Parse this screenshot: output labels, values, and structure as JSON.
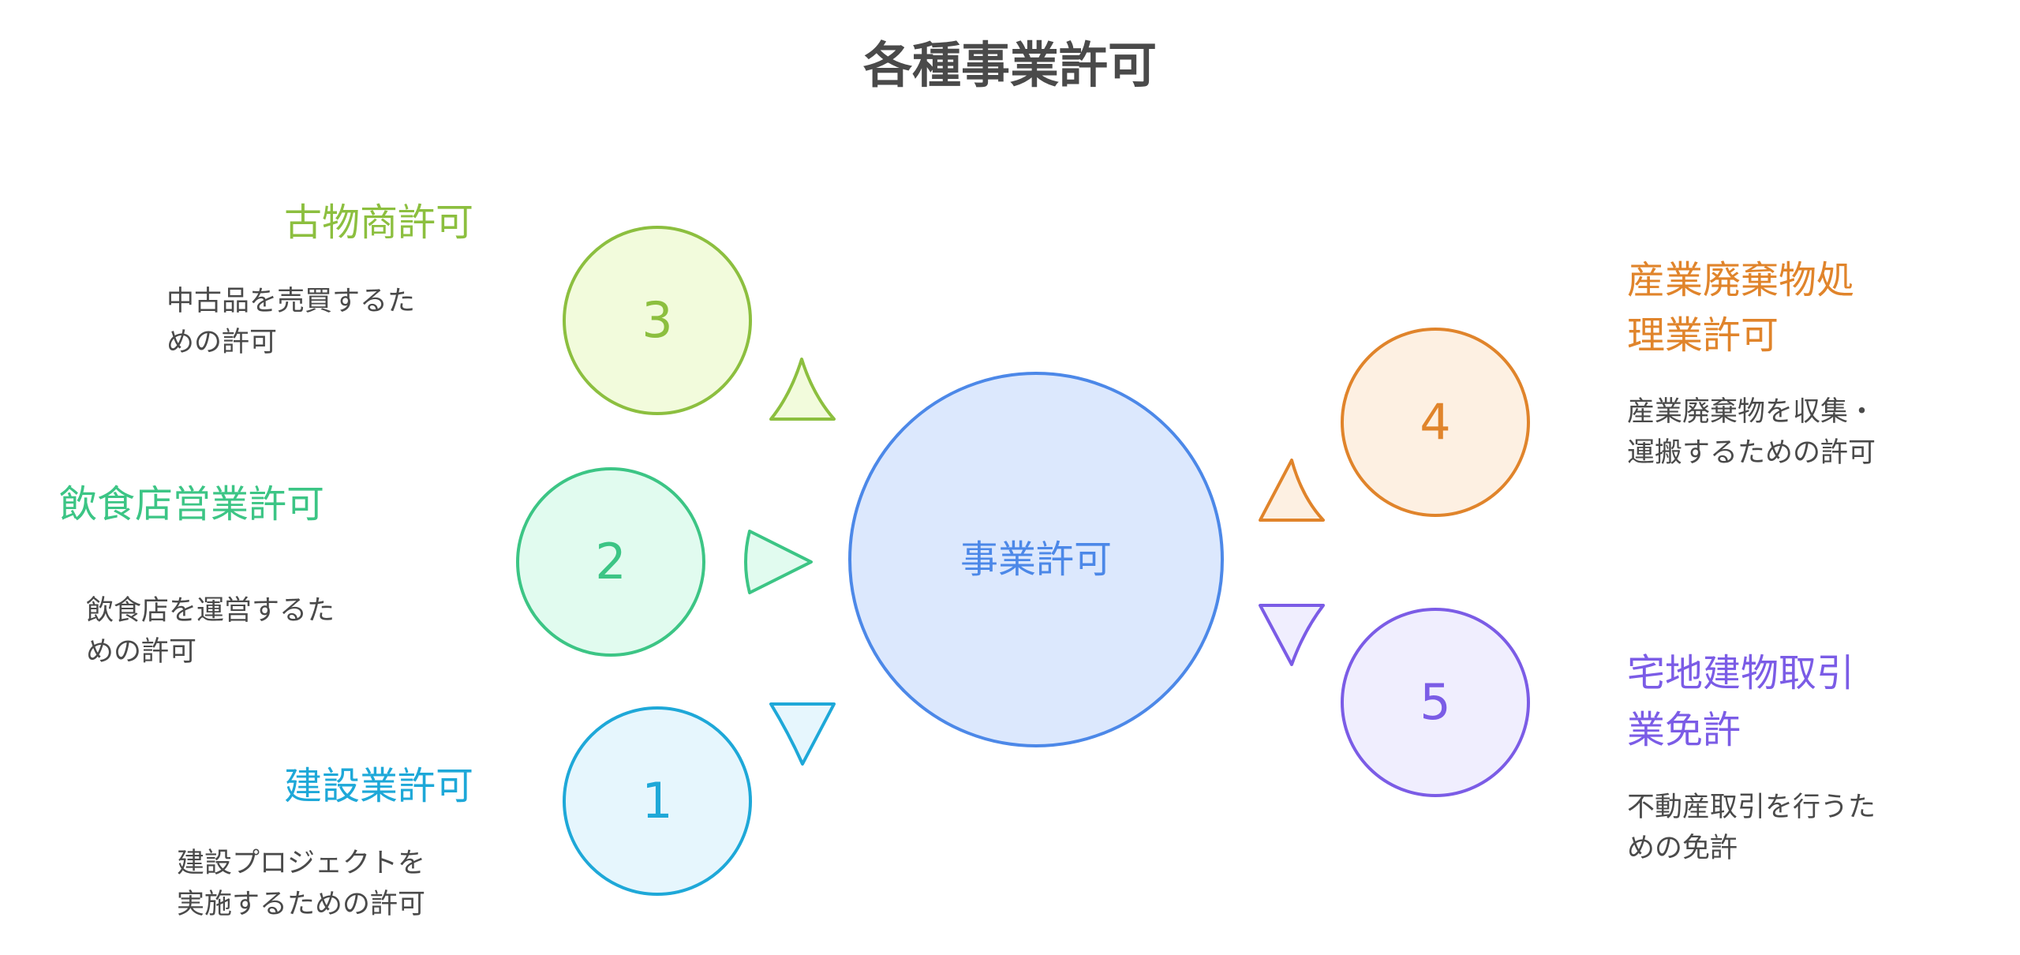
{
  "title": "各種事業許可",
  "center": {
    "label": "事業許可",
    "stroke": "#4c88e8",
    "fill": "#dce8fd"
  },
  "items": [
    {
      "number": "1",
      "heading": "建設業許可",
      "desc_lines": [
        "建設プロジェクトを",
        "実施するための許可"
      ],
      "color": "#1ea8d8",
      "fill": "#e6f6fd"
    },
    {
      "number": "2",
      "heading": "飲食店営業許可",
      "desc_lines": [
        "飲食店を運営するた",
        "めの許可"
      ],
      "color": "#3cc585",
      "fill": "#e1fbef"
    },
    {
      "number": "3",
      "heading": "古物商許可",
      "desc_lines": [
        "中古品を売買するた",
        "めの許可"
      ],
      "color": "#8cbf3f",
      "fill": "#f2fbdc"
    },
    {
      "number": "4",
      "heading_lines": [
        "産業廃棄物処",
        "理業許可"
      ],
      "desc_lines": [
        "産業廃棄物を収集・",
        "運搬するための許可"
      ],
      "color": "#e0842b",
      "fill": "#fdf0e2"
    },
    {
      "number": "5",
      "heading_lines": [
        "宅地建物取引",
        "業免許"
      ],
      "desc_lines": [
        "不動産取引を行うた",
        "めの免許"
      ],
      "color": "#7b5ce6",
      "fill": "#f0eefe"
    }
  ]
}
